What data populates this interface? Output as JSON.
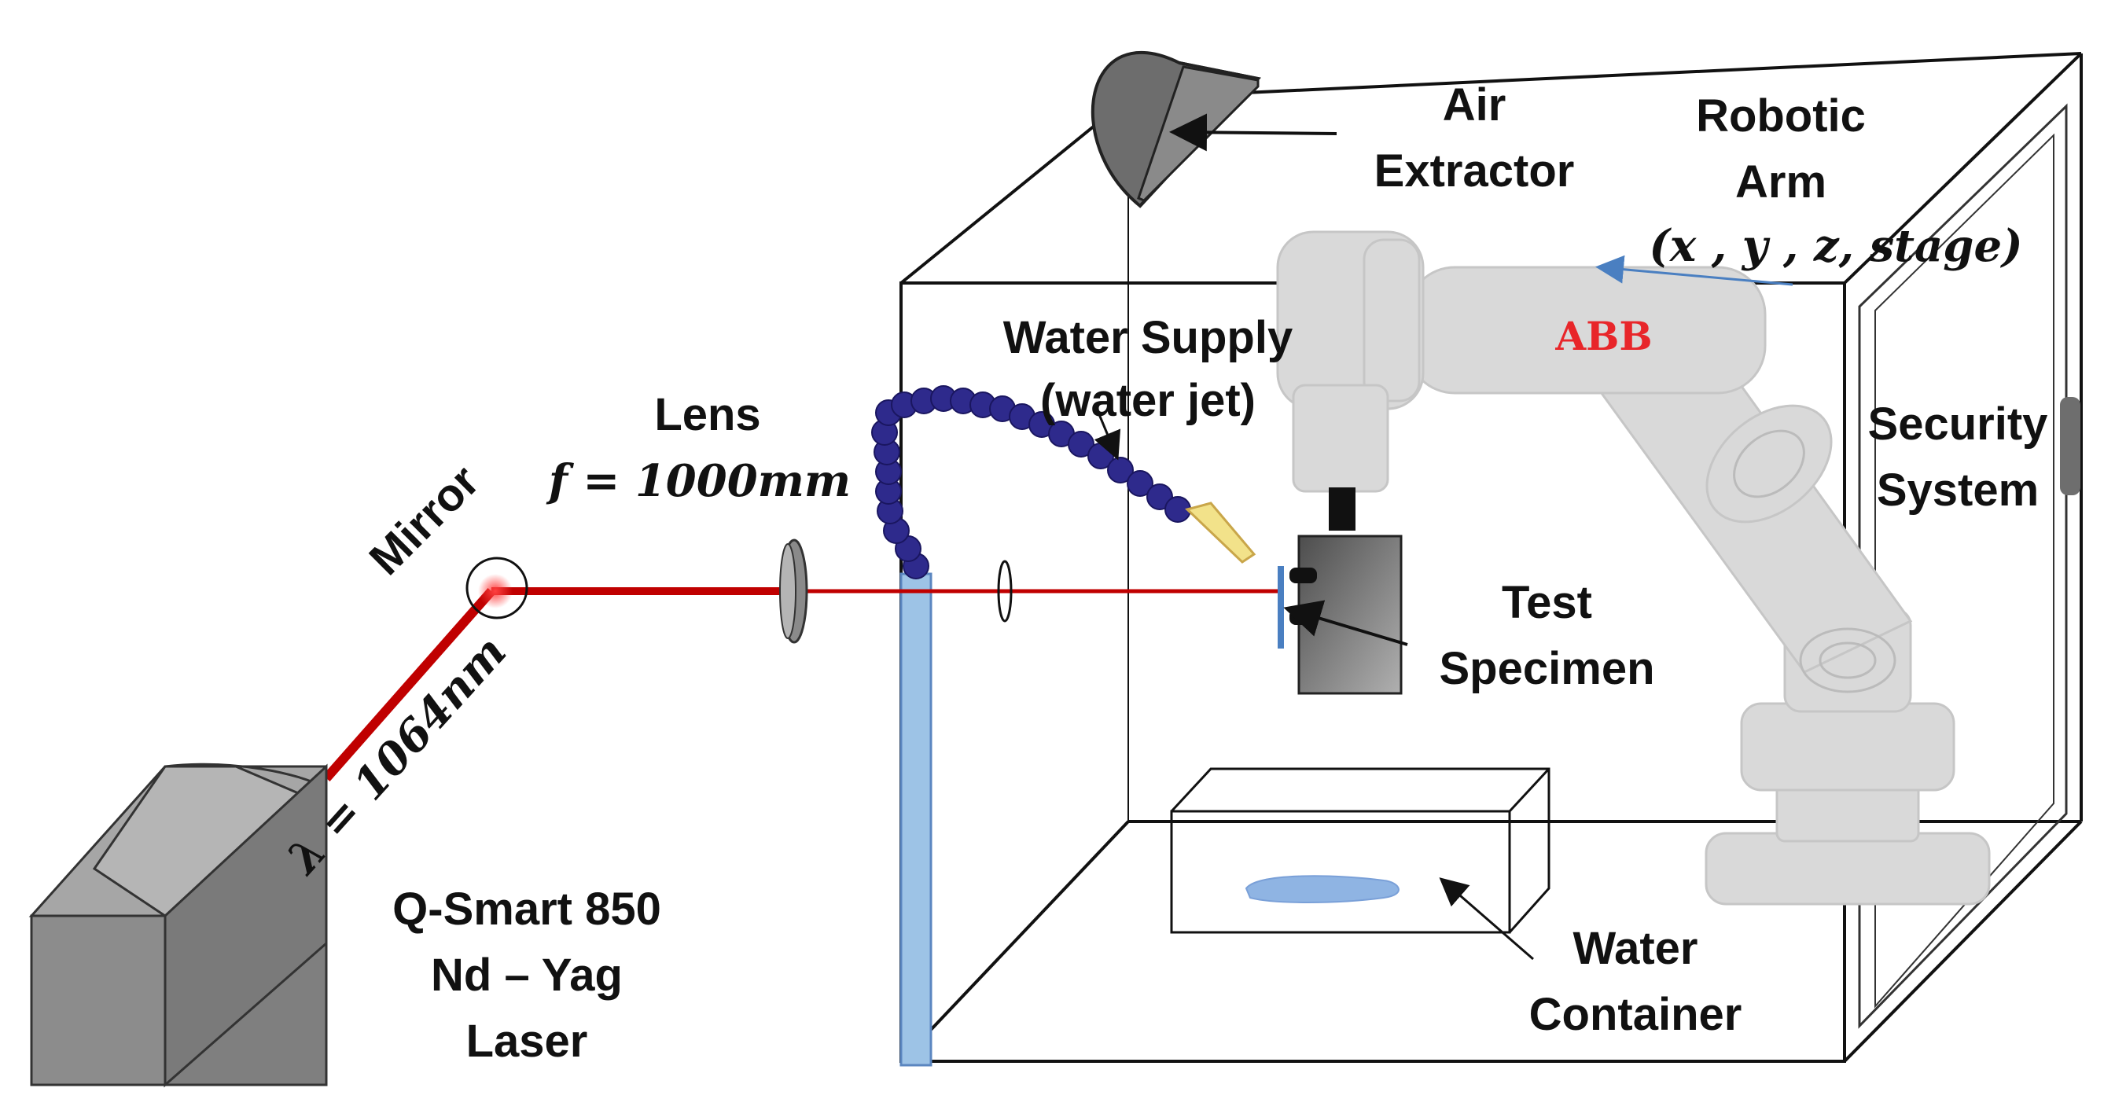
{
  "labels": {
    "air_extractor": [
      "Air",
      "Extractor"
    ],
    "robotic_arm": [
      "Robotic",
      "Arm"
    ],
    "robotic_arm_axes": "(x , y , z, stage)",
    "abb_logo": "ABB",
    "water_supply": [
      "Water Supply",
      "(water jet)"
    ],
    "lens": "Lens",
    "lens_focal": "f = 1000mm",
    "mirror": "Mirror",
    "wavelength": "λ = 1064nm",
    "security_system": [
      "Security",
      "System"
    ],
    "test_specimen": [
      "Test",
      "Specimen"
    ],
    "water_container": [
      "Water",
      "Container"
    ],
    "laser": [
      "Q-Smart 850",
      "Nd – Yag",
      "Laser"
    ]
  },
  "colors": {
    "laser_beam": "#c00000",
    "water_pipe": "#9dc3e6",
    "water_hose": "#2e2a8c",
    "robot_arm": "#d9d9d9",
    "laser_body": "#808080",
    "abb_logo": "#e8262a",
    "water_puddle": "#8fb4e3"
  }
}
